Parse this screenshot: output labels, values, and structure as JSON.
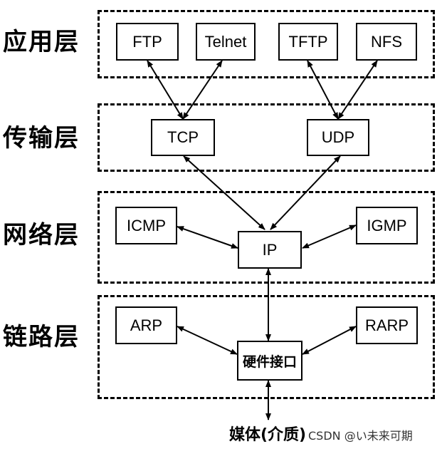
{
  "layers": {
    "application": "应用层",
    "transport": "传输层",
    "network": "网络层",
    "link": "链路层"
  },
  "protocols": {
    "ftp": "FTP",
    "telnet": "Telnet",
    "tftp": "TFTP",
    "nfs": "NFS",
    "tcp": "TCP",
    "udp": "UDP",
    "icmp": "ICMP",
    "ip": "IP",
    "igmp": "IGMP",
    "arp": "ARP",
    "hardware": "硬件接口",
    "rarp": "RARP"
  },
  "media_label": "媒体(介质)",
  "watermark": "CSDN @い未来可期"
}
